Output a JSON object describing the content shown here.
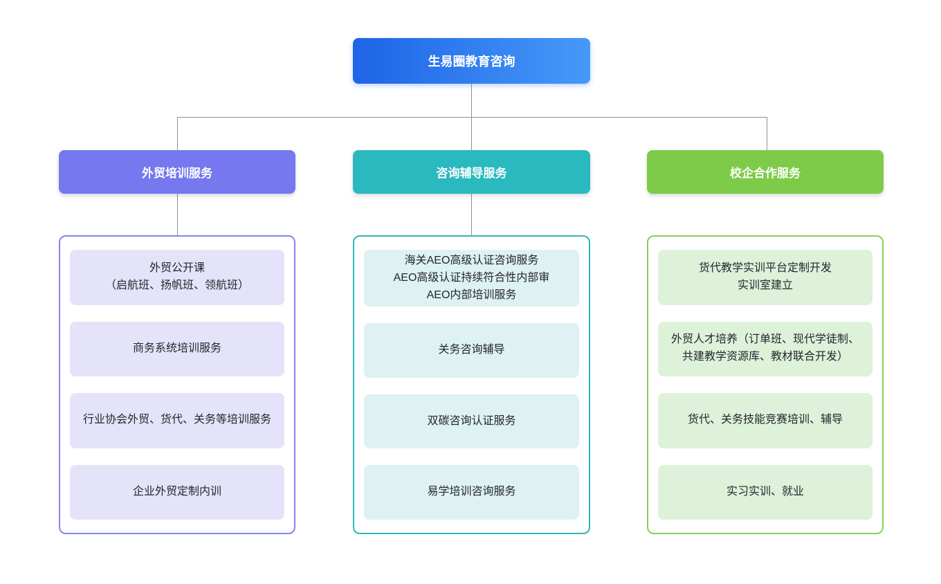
{
  "page": {
    "background": "#ffffff",
    "connector_color": "#8a9099"
  },
  "root": {
    "label": "生易圈教育咨询",
    "gradient_from": "#1e64e7",
    "gradient_to": "#4699f8",
    "text_color": "#ffffff"
  },
  "branches": [
    {
      "id": "foreign-trade-training",
      "label": "外贸培训服务",
      "header_color": "#7578ee",
      "border_color": "#8285f1",
      "item_bg": "#e5e3f9",
      "items": [
        "外贸公开课\n（启航班、扬帆班、领航班）",
        "商务系统培训服务",
        "行业协会外贸、货代、关务等培训服务",
        "企业外贸定制内训"
      ]
    },
    {
      "id": "consulting-coaching",
      "label": "咨询辅导服务",
      "header_color": "#2ab9be",
      "border_color": "#2cb5bd",
      "item_bg": "#def1f3",
      "items": [
        "海关AEO高级认证咨询服务\nAEO高级认证持续符合性内部审\nAEO内部培训服务",
        "关务咨询辅导",
        "双碳咨询认证服务",
        "易学培训咨询服务"
      ]
    },
    {
      "id": "school-enterprise-cooperation",
      "label": "校企合作服务",
      "header_color": "#7ecb49",
      "border_color": "#82d253",
      "item_bg": "#def1d9",
      "items": [
        "货代教学实训平台定制开发\n实训室建立",
        "外贸人才培养（订单班、现代学徒制、共建教学资源库、教材联合开发）",
        "货代、关务技能竞赛培训、辅导",
        "实习实训、就业"
      ]
    }
  ]
}
